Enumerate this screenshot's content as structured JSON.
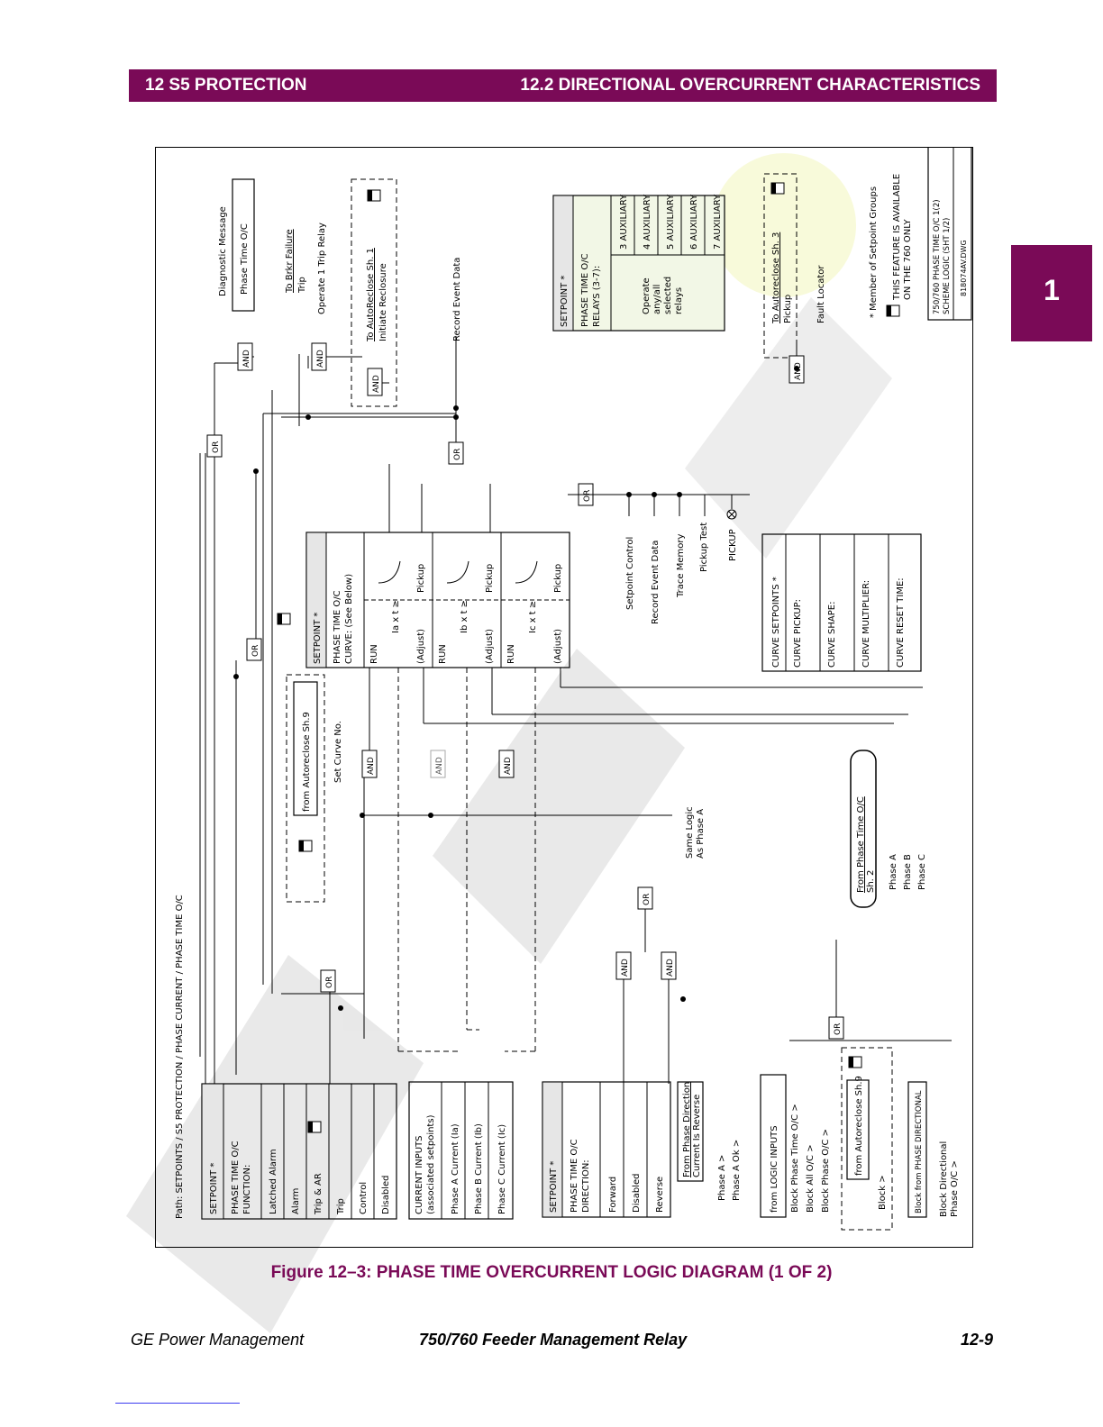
{
  "header": {
    "left": "12 S5 PROTECTION",
    "right": "12.2 DIRECTIONAL OVERCURRENT CHARACTERISTICS"
  },
  "side_tab": "1",
  "diagram": {
    "path": "Path: SETPOINTS / S5 PROTECTION / PHASE CURRENT / PHASE TIME O/C",
    "function_box": {
      "title": "SETPOINT *",
      "name": "PHASE TIME O/C",
      "sub": "FUNCTION:",
      "options": [
        "Latched Alarm",
        "Alarm",
        "Trip & AR",
        "Trip",
        "Control",
        "Disabled"
      ]
    },
    "current_inputs": {
      "title": "CURRENT INPUTS",
      "sub": "(associated setpoints)",
      "items": [
        "Phase A Current (Ia)",
        "Phase B Current (Ib)",
        "Phase C Current (Ic)"
      ]
    },
    "direction_box": {
      "title": "SETPOINT *",
      "name": "PHASE TIME O/C",
      "sub": "DIRECTION:",
      "options": [
        "Forward",
        "Disabled",
        "Reverse"
      ]
    },
    "from_phase_direction": {
      "title": "From Phase Direction",
      "sub": "Current Is Reverse"
    },
    "phase_inputs": [
      "Phase A >",
      "Phase A Ok >"
    ],
    "logic_inputs": {
      "title": "from LOGIC INPUTS",
      "items": [
        "Block Phase Time O/C >",
        "Block All O/C >",
        "Block Phase O/C >"
      ]
    },
    "autoreclose_block": {
      "title": "from Autoreclose Sh.9",
      "item": "Block >"
    },
    "block_directional": "Block from PHASE DIRECTIONAL",
    "block_dir_phase": [
      "Block Directional",
      "Phase O/C >"
    ],
    "from_autoreclose_curve": {
      "title": "from Autoreclose Sh.9",
      "item": "Set Curve No."
    },
    "curve_box": {
      "title": "SETPOINT *",
      "name": "PHASE TIME O/C",
      "sub": "CURVE: (See Below)",
      "rows": [
        {
          "run": "RUN",
          "eq": "Ia x t ≥",
          "adj": "(Adjust)",
          "pick": "Pickup"
        },
        {
          "run": "RUN",
          "eq": "Ib x t ≥",
          "adj": "(Adjust)",
          "pick": "Pickup"
        },
        {
          "run": "RUN",
          "eq": "Ic x t ≥",
          "adj": "(Adjust)",
          "pick": "Pickup"
        }
      ]
    },
    "same_logic": [
      "Same Logic",
      "As Phase A"
    ],
    "from_phase_time": {
      "title": "From Phase Time O/C",
      "sub": "Sh. 2"
    },
    "phase_abc": [
      "Phase A",
      "Phase B",
      "Phase C"
    ],
    "outputs_left": [
      "Setpoint Control",
      "Record Event Data",
      "Trace Memory",
      "Pickup Test",
      "PICKUP"
    ],
    "curve_setpoints": {
      "title": "CURVE SETPOINTS *",
      "items": [
        "CURVE PICKUP:",
        "CURVE SHAPE:",
        "CURVE MULTIPLIER:",
        "CURVE RESET TIME:"
      ]
    },
    "diagnostic": {
      "title": "Diagnostic Message",
      "value": "Phase Time O/C"
    },
    "brkr_failure": [
      "To Brkr Failure",
      "Trip"
    ],
    "operate_trip": "Operate 1 Trip Relay",
    "autoreclose_initiate": [
      "To AutoReclose Sh. 1",
      "Initiate Reclosure"
    ],
    "record_event": "Record Event Data",
    "relays_box": {
      "title": "SETPOINT *",
      "name": "PHASE TIME O/C",
      "sub": "RELAYS (3-7):",
      "operate": [
        "Operate",
        "any/all",
        "selected",
        "relays"
      ],
      "items": [
        "3 AUXILIARY",
        "4 AUXILIARY",
        "5 AUXILIARY",
        "6 AUXILIARY",
        "7 AUXILIARY"
      ]
    },
    "autoreclose_pickup": [
      "To Autoreclose Sh. 3",
      "Pickup"
    ],
    "fault_locator": "Fault Locator",
    "notes": [
      "* Member of Setpoint Groups",
      "THIS FEATURE IS AVAILABLE",
      "ON THE 760 ONLY"
    ],
    "title_block": [
      "750/760 PHASE TIME O/C 1(2)",
      "SCHEME LOGIC (SHT 1/2)",
      "818074AV.DWG"
    ],
    "gates": {
      "and": "AND",
      "or": "OR"
    }
  },
  "caption": "Figure 12–3: PHASE TIME OVERCURRENT LOGIC DIAGRAM (1 OF 2)",
  "footer": {
    "left": "GE Power Management",
    "center": "750/760 Feeder Management Relay",
    "right": "12-9"
  },
  "colors": {
    "brand": "#7a0a57",
    "caption": "#7a0a57"
  }
}
